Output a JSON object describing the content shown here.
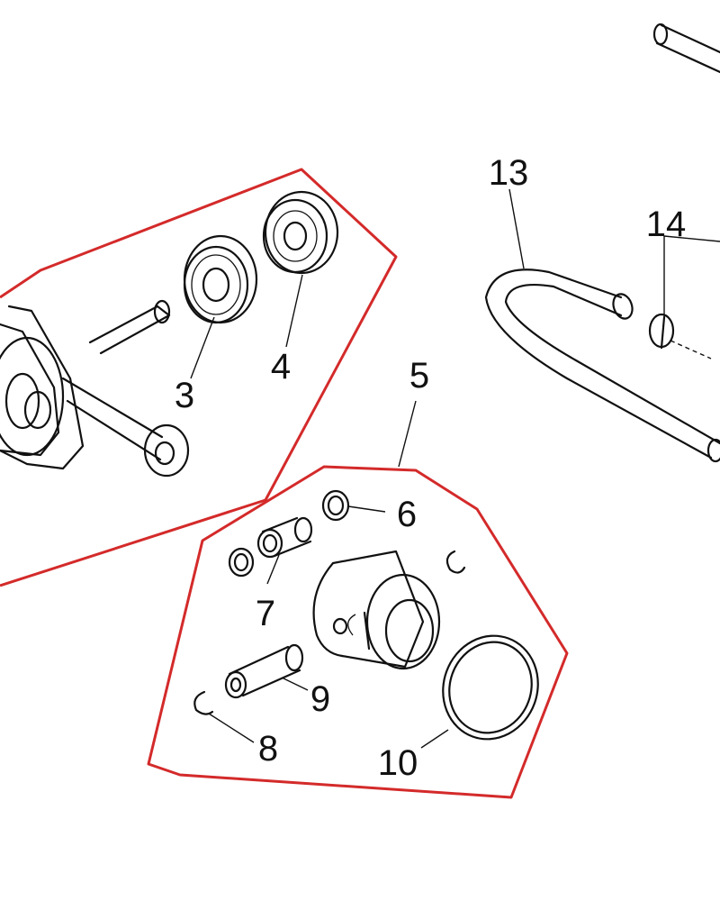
{
  "colors": {
    "group_outline": "#d42a2a",
    "line_art": "#111111",
    "background": "#ffffff"
  },
  "callouts": {
    "c3": "3",
    "c4": "4",
    "c5": "5",
    "c6": "6",
    "c7": "7",
    "c8": "8",
    "c9": "9",
    "c10": "10",
    "c13": "13",
    "c14": "14"
  }
}
